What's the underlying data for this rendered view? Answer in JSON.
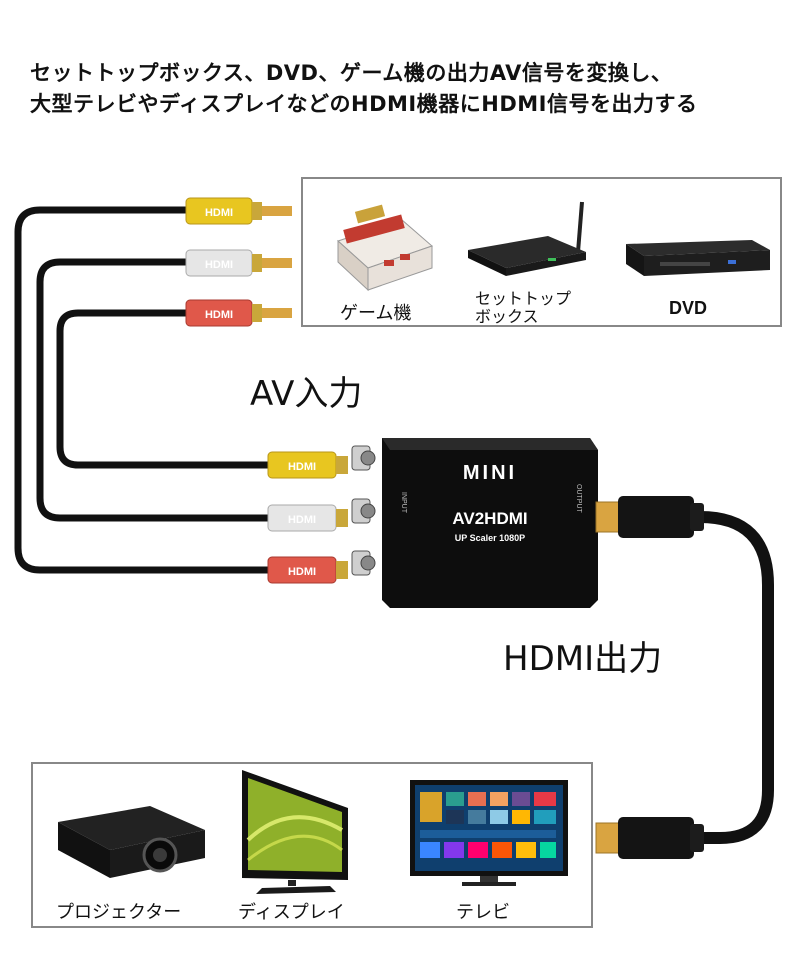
{
  "headline": {
    "line1": "セットトップボックス、DVD、ゲーム機の出力AV信号を変換し、",
    "line2": "大型テレビやディスプレイなどのHDMI機器にHDMI信号を出力する"
  },
  "sources": {
    "game": "ゲーム機",
    "settop_line1": "セットトップ",
    "settop_line2": "ボックス",
    "dvd": "DVD"
  },
  "labels": {
    "av_input": "AV入力",
    "hdmi_output": "HDMI出力"
  },
  "converter": {
    "brand": "MINI",
    "model": "AV2HDMI",
    "subtitle": "UP Scaler 1080P",
    "input_port": "INPUT",
    "output_port": "OUTPUT"
  },
  "cable_plug_text": "HDMI",
  "displays": {
    "projector": "プロジェクター",
    "display": "ディスプレイ",
    "tv": "テレビ"
  },
  "colors": {
    "rca_yellow": "#e8c620",
    "rca_white": "#e6e6e6",
    "rca_red": "#e0584a",
    "cable": "#111111",
    "gold": "#d9a441"
  }
}
